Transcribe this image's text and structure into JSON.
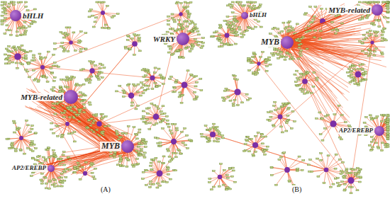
{
  "diagram": {
    "nodes": [
      {
        "text": [
          "bHLH"
        ]
      },
      {
        "text": [
          "WRKY"
        ]
      },
      {
        "text": [
          "MYB-related"
        ]
      },
      {
        "text": [
          "MYB"
        ]
      },
      {
        "text": [
          "AP2/EREBP"
        ]
      },
      {
        "text": [
          "bHLH"
        ]
      },
      {
        "text": [
          "MYB"
        ]
      },
      {
        "text": [
          "MYB-related"
        ]
      },
      {
        "text": [
          "AP2/EREBP"
        ]
      }
    ],
    "edges": [
      {
        "from": 2,
        "to": 3,
        "arrow": "none"
      },
      {
        "from": 3,
        "to": 4,
        "arrow": "none"
      },
      {
        "from": 6,
        "to": 7,
        "arrow": "none"
      }
    ],
    "labels": [
      "(A)",
      "(B)"
    ]
  }
}
